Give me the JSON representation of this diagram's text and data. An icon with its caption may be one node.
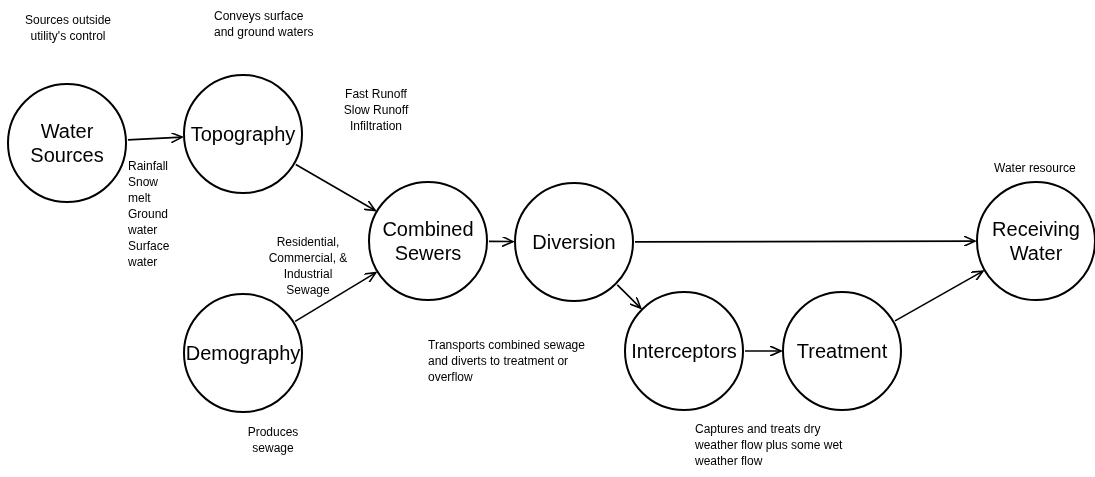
{
  "diagram": {
    "nodes": [
      {
        "text": [
          "Water Sources"
        ],
        "beside": [
          "Sources outside utility's control"
        ]
      },
      {
        "text": [
          "Topography"
        ],
        "beside": [
          "Conveys surface and ground waters"
        ]
      },
      {
        "text": [
          "Combined Sewers"
        ]
      },
      {
        "text": [
          "Diversion"
        ]
      },
      {
        "text": [
          "Receiving Water"
        ],
        "beside": [
          "Water resource"
        ]
      },
      {
        "text": [
          "Demography"
        ],
        "beside": [
          "Produces sewage"
        ]
      },
      {
        "text": [
          "Interceptors"
        ]
      },
      {
        "text": [
          "Treatment"
        ]
      }
    ],
    "edges": [
      {
        "from": 0,
        "to": 1,
        "arrow": "to",
        "label": "Rainfall Snow melt Ground water Surface water"
      },
      {
        "from": 1,
        "to": 2,
        "arrow": "to",
        "label": "Fast Runoff Slow Runoff Infiltration"
      },
      {
        "from": 5,
        "to": 2,
        "arrow": "to",
        "label": "Residential, Commercial, & Industrial Sewage"
      },
      {
        "from": 2,
        "to": 3,
        "arrow": "to"
      },
      {
        "from": 3,
        "to": 4,
        "arrow": "to"
      },
      {
        "from": 3,
        "to": 6,
        "arrow": "to"
      },
      {
        "from": 6,
        "to": 7,
        "arrow": "to"
      },
      {
        "from": 7,
        "to": 4,
        "arrow": "to"
      }
    ],
    "labels": [
      "Transports combined sewage and diverts to treatment or overflow",
      "Captures and treats dry weather flow plus some wet weather flow"
    ]
  }
}
